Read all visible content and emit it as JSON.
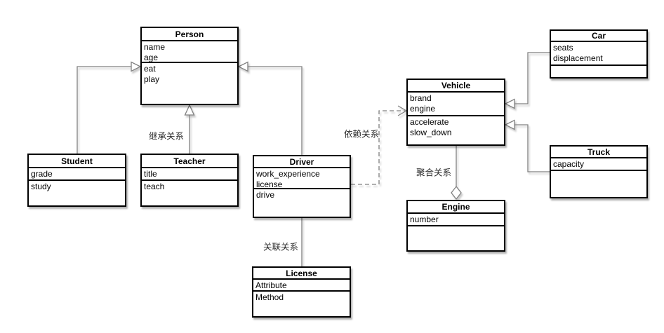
{
  "diagram": {
    "type": "uml-class-diagram",
    "background_color": "#ffffff",
    "box_fill_color": "#ffffff",
    "box_border_color": "#000000",
    "edge_color": "#808080",
    "text_color": "#000000"
  },
  "classes": [
    {
      "id": "person",
      "title": "Person",
      "attributes": [
        "name",
        "age"
      ],
      "methods": [
        "eat",
        "play"
      ]
    },
    {
      "id": "student",
      "title": "Student",
      "attributes": [
        "grade"
      ],
      "methods": [
        "study"
      ]
    },
    {
      "id": "teacher",
      "title": "Teacher",
      "attributes": [
        "title"
      ],
      "methods": [
        "teach"
      ]
    },
    {
      "id": "driver",
      "title": "Driver",
      "attributes": [
        "work_experience",
        "license"
      ],
      "methods": [
        "drive"
      ]
    },
    {
      "id": "license",
      "title": "License",
      "attributes": [
        "Attribute"
      ],
      "methods": [
        "Method"
      ]
    },
    {
      "id": "vehicle",
      "title": "Vehicle",
      "attributes": [
        "brand",
        "engine"
      ],
      "methods": [
        "accelerate",
        "slow_down"
      ]
    },
    {
      "id": "engine",
      "title": "Engine",
      "attributes": [
        "number"
      ],
      "methods": []
    },
    {
      "id": "car",
      "title": "Car",
      "attributes": [
        "seats",
        "displacement"
      ],
      "methods": []
    },
    {
      "id": "truck",
      "title": "Truck",
      "attributes": [
        "capacity"
      ],
      "methods": []
    }
  ],
  "edge_labels": {
    "inheritance": "继承关系",
    "dependency": "依赖关系",
    "aggregation": "聚合关系",
    "association": "关联关系"
  },
  "relationships": [
    {
      "from": "Student",
      "to": "Person",
      "type": "inheritance"
    },
    {
      "from": "Teacher",
      "to": "Person",
      "type": "inheritance"
    },
    {
      "from": "Driver",
      "to": "Person",
      "type": "inheritance"
    },
    {
      "from": "Car",
      "to": "Vehicle",
      "type": "inheritance"
    },
    {
      "from": "Truck",
      "to": "Vehicle",
      "type": "inheritance"
    },
    {
      "from": "Driver",
      "to": "Vehicle",
      "type": "dependency"
    },
    {
      "from": "Driver",
      "to": "License",
      "type": "association"
    },
    {
      "from": "Engine",
      "to": "Vehicle",
      "type": "aggregation"
    }
  ]
}
